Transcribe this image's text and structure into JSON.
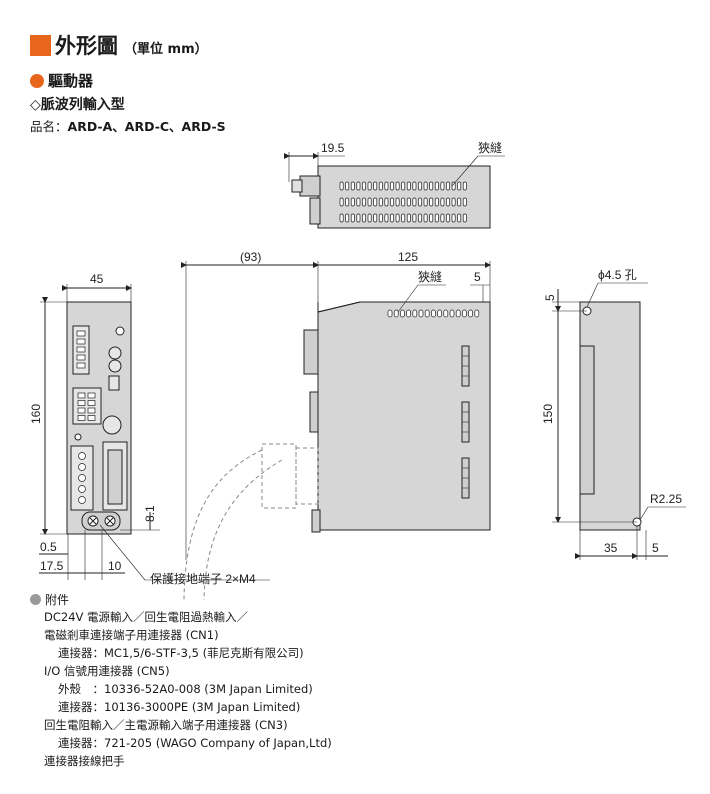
{
  "header": {
    "title": "外形圖",
    "unit": "（單位 mm）",
    "section": "驅動器",
    "subsection": "◇脈波列輸入型",
    "model_prefix": "品名：",
    "model_names": "ARD-A、ARD-C、ARD-S"
  },
  "drawing": {
    "top_view": {
      "width_label": "19.5",
      "slot_label": "狹縫"
    },
    "front_view": {
      "width_label": "45",
      "height_label": "160",
      "dim_05": "0.5",
      "dim_175": "17.5",
      "dim_10": "10",
      "dim_81": "8.1"
    },
    "side_view": {
      "cable_label": "(93)",
      "depth_label": "125",
      "slot_label": "狹縫",
      "dim_5": "5"
    },
    "rear_view": {
      "hole_label": "ϕ4.5 孔",
      "dim_5_top": "5",
      "height_label": "150",
      "radius_label": "R2.25",
      "dim_35": "35",
      "dim_5_bottom": "5"
    },
    "ground_label": "保護接地端子 2×M4"
  },
  "accessories": {
    "heading": "附件",
    "lines": [
      "DC24V 電源輸入／回生電阻過熱輸入／",
      "電磁剎車連接端子用連接器 (CN1)",
      "連接器：MC1,5/6-STF-3,5 (菲尼克斯有限公司)",
      "I/O 信號用連接器 (CN5)",
      "外殼　：10336-52A0-008 (3M Japan Limited)",
      "連接器：10136-3000PE (3M Japan Limited)",
      "回生電阻輸入／主電源輸入端子用連接器 (CN3)",
      "連接器：721-205 (WAGO Company of Japan,Ltd)",
      "連接器接線把手"
    ]
  }
}
